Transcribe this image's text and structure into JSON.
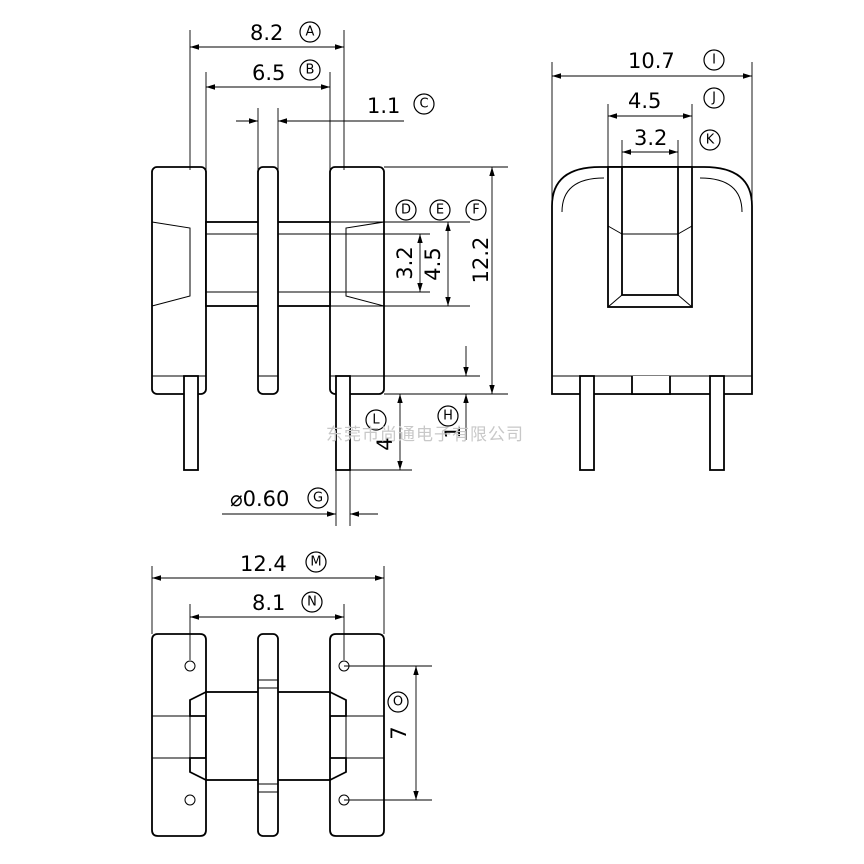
{
  "watermark": "东莞市尚通电子有限公司",
  "dimensions": {
    "A": {
      "value": "8.2",
      "letter": "A"
    },
    "B": {
      "value": "6.5",
      "letter": "B"
    },
    "C": {
      "value": "1.1",
      "letter": "C"
    },
    "D": {
      "value": "3.2",
      "letter": "D"
    },
    "E": {
      "value": "4.5",
      "letter": "E"
    },
    "F": {
      "value": "12.2",
      "letter": "F"
    },
    "G": {
      "value": "⌀0.60",
      "letter": "G"
    },
    "H": {
      "value": "1",
      "letter": "H"
    },
    "L": {
      "value": "4",
      "letter": "L"
    },
    "I": {
      "value": "10.7",
      "letter": "I"
    },
    "J": {
      "value": "4.5",
      "letter": "J"
    },
    "K": {
      "value": "3.2",
      "letter": "K"
    },
    "M": {
      "value": "12.4",
      "letter": "M"
    },
    "N": {
      "value": "8.1",
      "letter": "N"
    },
    "O": {
      "value": "7",
      "letter": "O"
    }
  }
}
